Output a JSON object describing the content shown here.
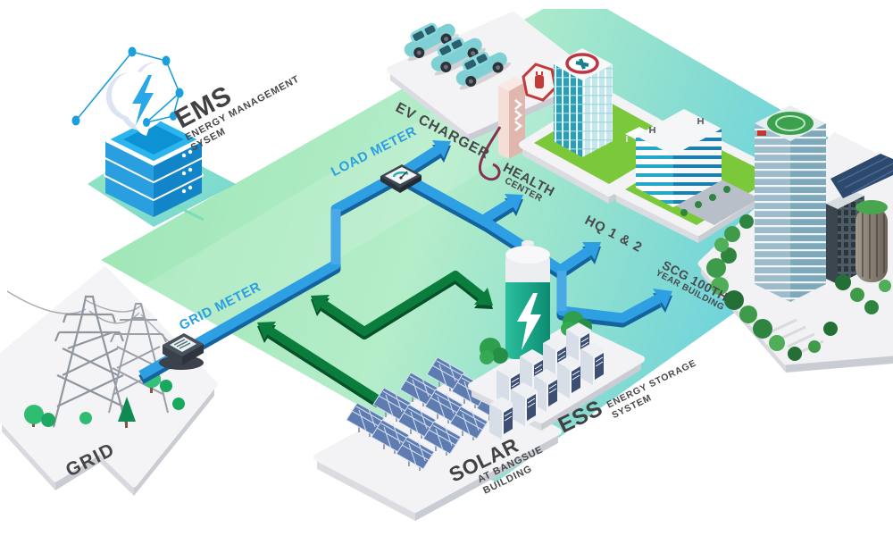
{
  "colors": {
    "flow_blue": "#2f9fe3",
    "flow_blue_shadow": "#14639f",
    "flow_green": "#0a7c3c",
    "flow_green_shadow": "#07512a",
    "label_blue": "#2b9fe0",
    "label_dark": "#48484b",
    "ground_green": "#a8e8bc",
    "ground_teal": "#56cde8",
    "platform_white": "#f3f3f6"
  },
  "nodes": {
    "ems": {
      "title": "EMS",
      "sub1": "ENERGY MANAGEMENT",
      "sub2": "SYSEM"
    },
    "ev_charger": {
      "label": "EV CHARGER"
    },
    "load_meter": {
      "label": "LOAD METER"
    },
    "grid_meter": {
      "label": "GRID METER"
    },
    "health_center": {
      "line1": "HEALTH",
      "line2": "CENTER"
    },
    "hq": {
      "label": "HQ 1 & 2"
    },
    "scg_building": {
      "line1": "SCG 100TH",
      "line2": "YEAR BUILDING"
    },
    "grid": {
      "label": "GRID"
    },
    "solar": {
      "title": "SOLAR",
      "sub1": "AT BANGSUE",
      "sub2": "BUILDING"
    },
    "ess": {
      "title": "ESS",
      "sub1": "ENERGY STORAGE",
      "sub2": "SYSTEM"
    }
  }
}
